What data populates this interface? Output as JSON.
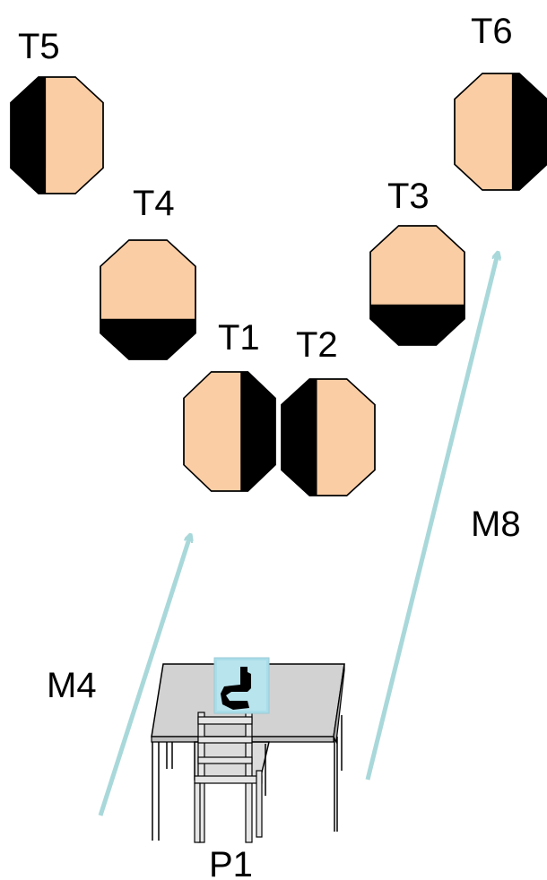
{
  "colors": {
    "target_fill": "#FBCDA4",
    "target_black": "#000000",
    "arrow": "#A9D8DA",
    "table_top": "#D2D2D2",
    "chair": "#DCDCDC",
    "gun_box": "#A9DDEA"
  },
  "targets": [
    {
      "id": "T1",
      "label": "T1",
      "black_side": "right"
    },
    {
      "id": "T2",
      "label": "T2",
      "black_side": "left"
    },
    {
      "id": "T3",
      "label": "T3",
      "black_side": "bottom"
    },
    {
      "id": "T4",
      "label": "T4",
      "black_side": "bottom"
    },
    {
      "id": "T5",
      "label": "T5",
      "black_side": "left"
    },
    {
      "id": "T6",
      "label": "T6",
      "black_side": "right"
    }
  ],
  "movements": [
    {
      "id": "M4",
      "label": "M4"
    },
    {
      "id": "M8",
      "label": "M8"
    }
  ],
  "position": {
    "label": "P1"
  },
  "props": {
    "table": "table-icon",
    "chair": "chair-icon",
    "gun": "pistol-icon"
  }
}
